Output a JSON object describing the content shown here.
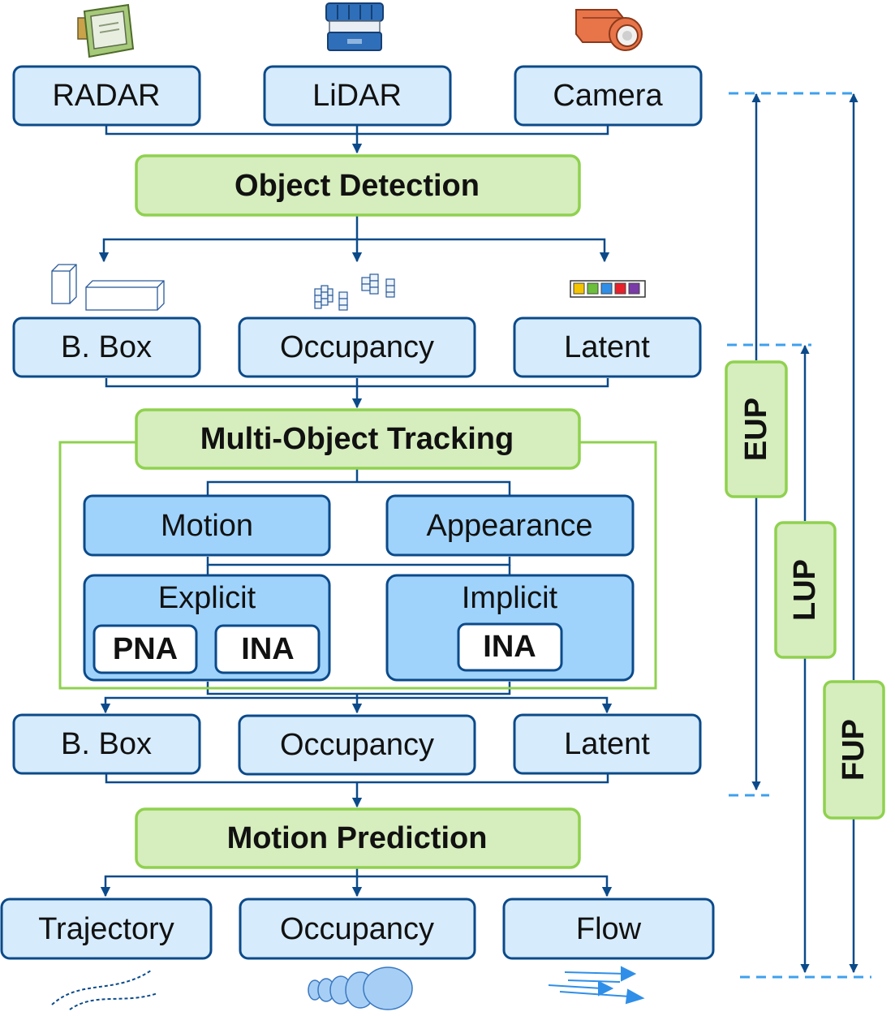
{
  "sensors": {
    "radar": "RADAR",
    "lidar": "LiDAR",
    "camera": "Camera"
  },
  "stages": {
    "detection": "Object Detection",
    "tracking": "Multi-Object Tracking",
    "prediction": "Motion Prediction"
  },
  "detection_outputs": {
    "bbox": "B. Box",
    "occupancy": "Occupancy",
    "latent": "Latent"
  },
  "tracking_cues": {
    "motion": "Motion",
    "appearance": "Appearance"
  },
  "tracking_models": {
    "explicit": "Explicit",
    "implicit": "Implicit",
    "pna": "PNA",
    "ina_explicit": "INA",
    "ina_implicit": "INA"
  },
  "tracking_outputs": {
    "bbox": "B. Box",
    "occupancy": "Occupancy",
    "latent": "Latent"
  },
  "prediction_outputs": {
    "trajectory": "Trajectory",
    "occupancy": "Occupancy",
    "flow": "Flow"
  },
  "paradigms": {
    "eup": "EUP",
    "lup": "LUP",
    "fup": "FUP"
  },
  "colors": {
    "box_stroke": "#0b4a8a",
    "box_light": "#d6ebfb",
    "box_mid": "#9fd3fb",
    "stage_fill": "#d6edbd",
    "stage_stroke": "#8fd14f",
    "arrow": "#0b4a8a",
    "dashed": "#3ea0ee"
  },
  "icons": [
    "radar-sensor-icon",
    "lidar-sensor-icon",
    "camera-sensor-icon",
    "bounding-box-icon",
    "occupancy-voxel-icon",
    "latent-feature-icon",
    "trajectory-icon",
    "occupancy-blob-icon",
    "flow-arrows-icon"
  ]
}
